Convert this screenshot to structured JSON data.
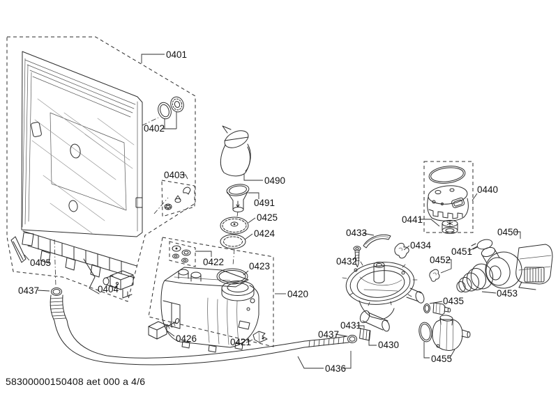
{
  "figure": {
    "background_color": "#ffffff",
    "line_color": "#2b2b2b",
    "footer": "58300000150408 aet 000 a 4/6",
    "callouts": {
      "0401": "0401",
      "0402": "0402",
      "0403": "0403",
      "0404": "0404",
      "0405": "0405",
      "0420": "0420",
      "0421": "0421",
      "0422": "0422",
      "0423": "0423",
      "0424": "0424",
      "0425": "0425",
      "0426": "0426",
      "0430": "0430",
      "0431": "0431",
      "0432": "0432",
      "0433": "0433",
      "0434": "0434",
      "0435": "0435",
      "0436": "0436",
      "0437": "0437",
      "0440": "0440",
      "0441": "0441",
      "0450": "0450",
      "0451": "0451",
      "0452": "0452",
      "0453": "0453",
      "0455": "0455",
      "0490": "0490",
      "0491": "0491"
    }
  }
}
